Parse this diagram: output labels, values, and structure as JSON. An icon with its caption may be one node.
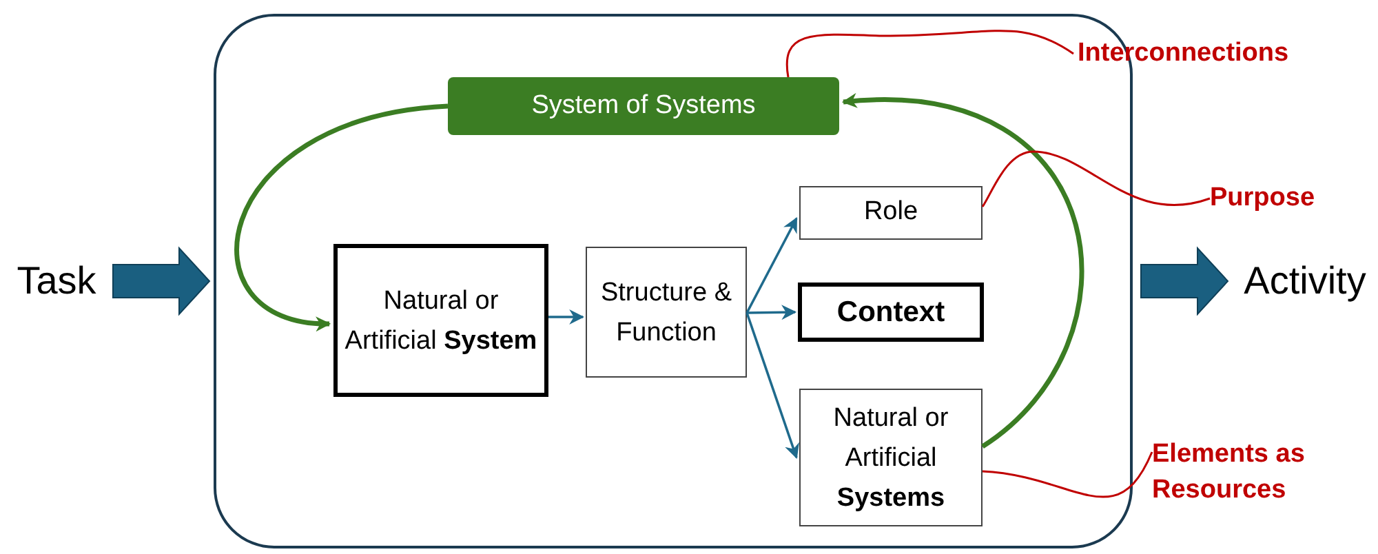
{
  "diagram": {
    "nodes": [
      {
        "text": [],
        "shape": "box"
      },
      {
        "text": [
          "Task"
        ]
      },
      {
        "text": [
          "Activity"
        ]
      },
      {
        "text": [
          "System of Systems"
        ],
        "in": 0
      },
      {
        "text": [
          "Natural or Artificial **System**"
        ],
        "in": 0
      },
      {
        "text": [
          "Structure & Function"
        ],
        "in": 0
      },
      {
        "text": [
          "Role"
        ],
        "in": 0
      },
      {
        "text": [
          "Context"
        ],
        "in": 0
      },
      {
        "text": [
          "Natural or Artificial **Systems**"
        ],
        "in": 0
      },
      {
        "text": [
          "Interconnections"
        ]
      },
      {
        "text": [
          "Purpose"
        ]
      },
      {
        "text": [
          "Elements as Resources"
        ]
      }
    ],
    "edges": [
      {
        "from": 1,
        "to": 0,
        "arrow": "to",
        "style": "thick"
      },
      {
        "from": 0,
        "to": 2,
        "arrow": "to",
        "style": "thick"
      },
      {
        "from": 3,
        "to": 4,
        "arrow": "to",
        "style": "thick",
        "color": "#3b7d23"
      },
      {
        "from": 8,
        "to": 3,
        "arrow": "to",
        "style": "thick",
        "color": "#3b7d23"
      },
      {
        "from": 4,
        "to": 5,
        "arrow": "to"
      },
      {
        "from": 5,
        "to": 6,
        "arrow": "to"
      },
      {
        "from": 5,
        "to": 7,
        "arrow": "to"
      },
      {
        "from": 5,
        "to": 8,
        "arrow": "to"
      },
      {
        "from": 9,
        "to": 3,
        "arrow": "none",
        "color": "#c00000"
      },
      {
        "from": 10,
        "to": 6,
        "arrow": "none",
        "color": "#c00000"
      },
      {
        "from": 11,
        "to": 8,
        "arrow": "none",
        "color": "#c00000"
      }
    ]
  }
}
